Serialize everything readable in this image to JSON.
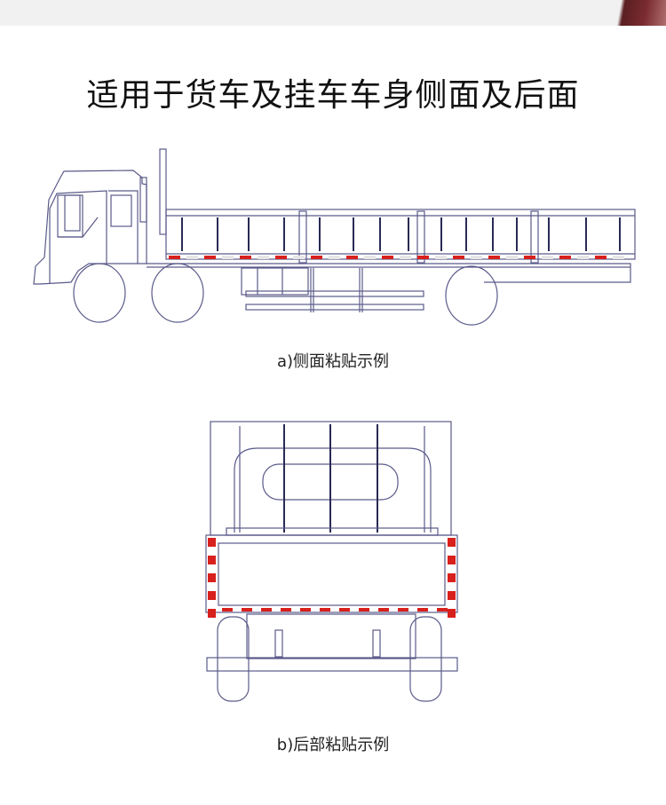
{
  "title": "适用于货车及挂车车身侧面及后面",
  "side_caption": "a)侧面粘贴示例",
  "rear_caption": "b)后部粘贴示例",
  "colors": {
    "reflective_red": "#d8201c",
    "line": "#5a5a8a",
    "strip": "#f1f1f1"
  }
}
